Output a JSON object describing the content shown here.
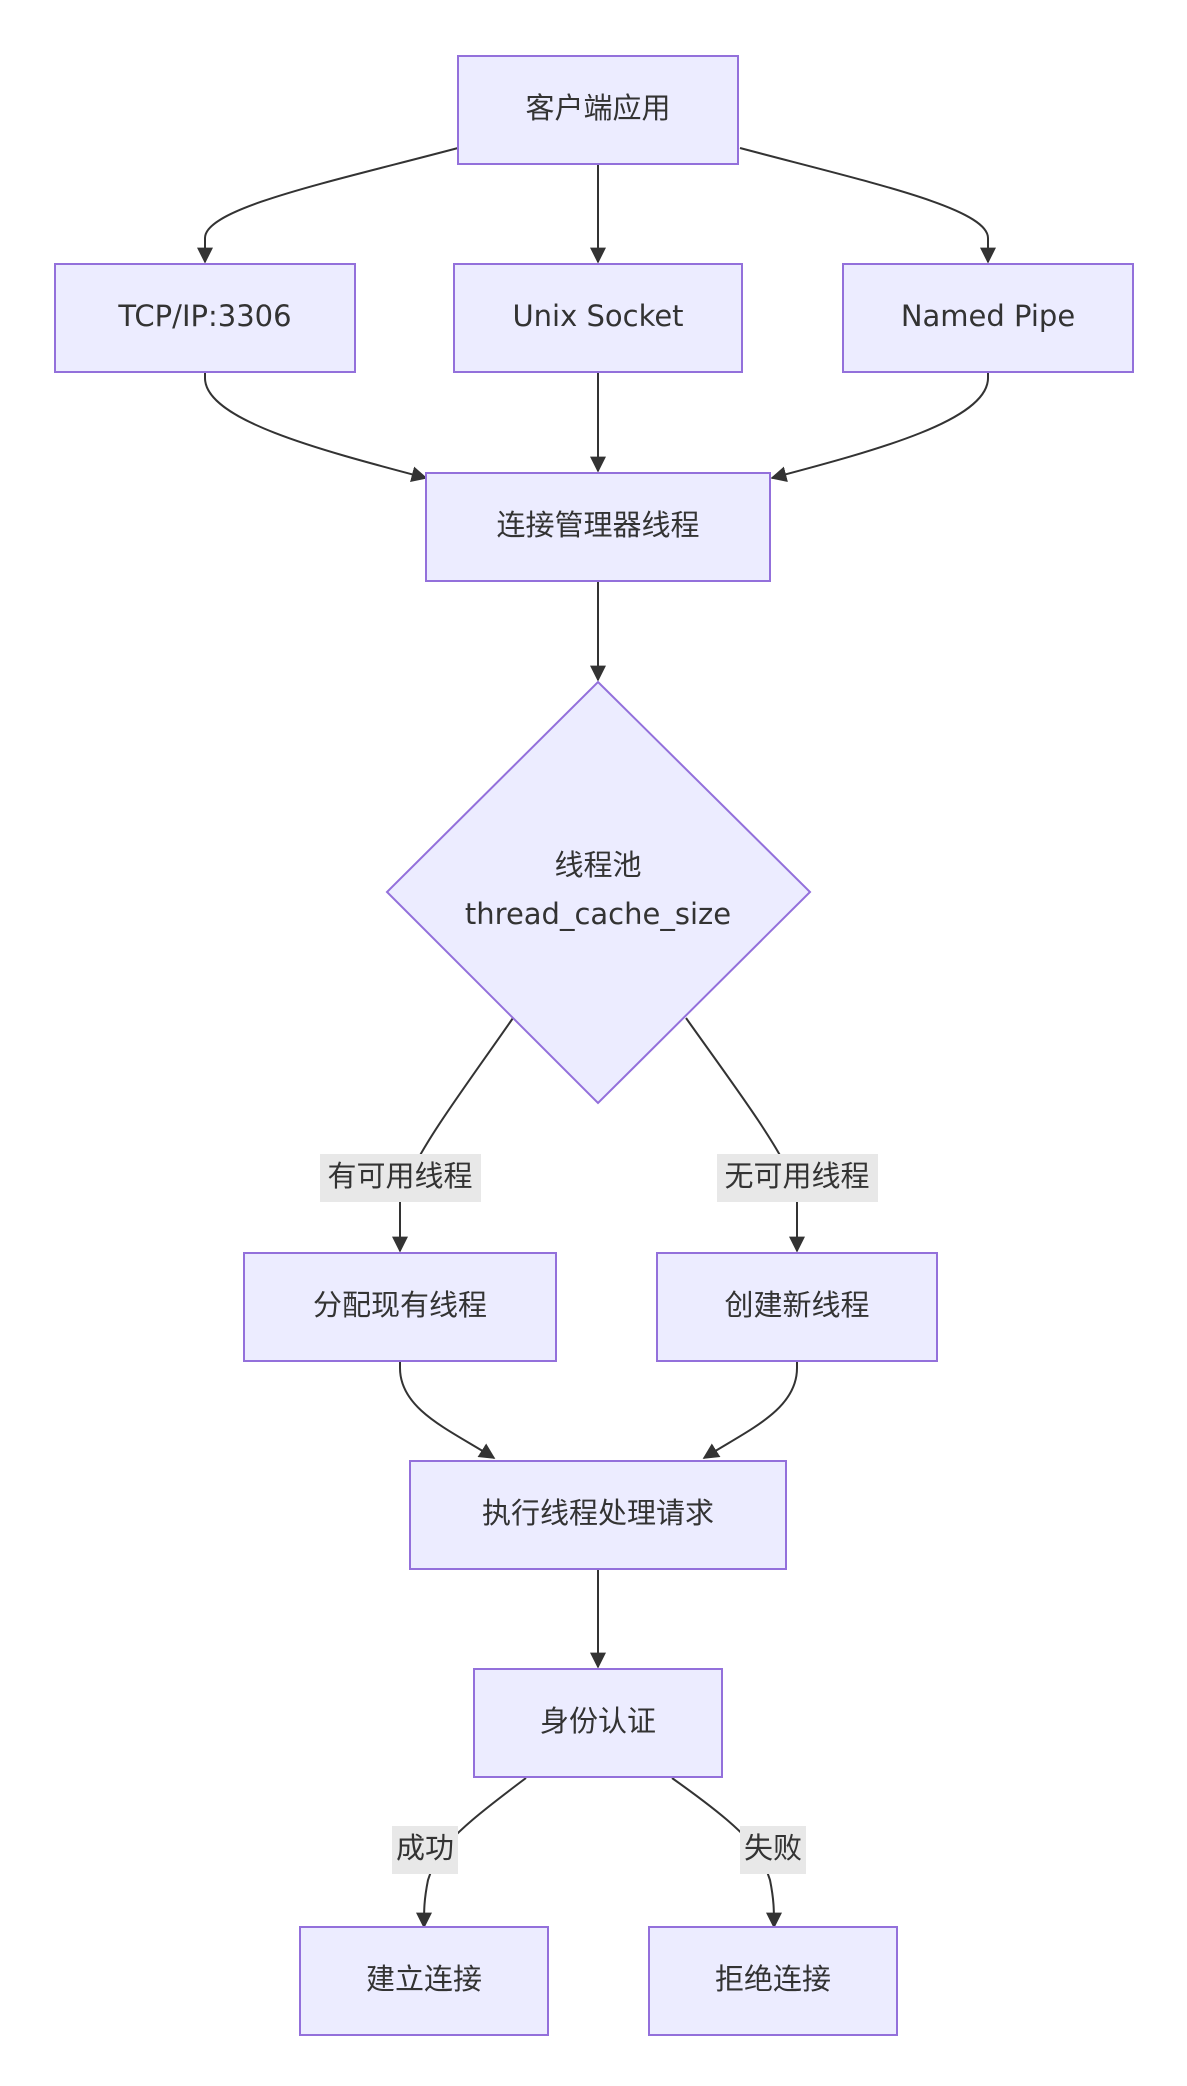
{
  "nodes": {
    "client_app": "客户端应用",
    "tcp_ip": "TCP/IP:3306",
    "unix_socket": "Unix Socket",
    "named_pipe": "Named Pipe",
    "conn_manager": "连接管理器线程",
    "thread_pool_line1": "线程池",
    "thread_pool_line2": "thread_cache_size",
    "assign_existing": "分配现有线程",
    "create_new": "创建新线程",
    "execute_request": "执行线程处理请求",
    "authentication": "身份认证",
    "establish_conn": "建立连接",
    "reject_conn": "拒绝连接"
  },
  "edge_labels": {
    "has_thread": "有可用线程",
    "no_thread": "无可用线程",
    "success": "成功",
    "failure": "失败"
  },
  "colors": {
    "node_fill": "#ECECFF",
    "node_stroke": "#9370DB",
    "edge": "#333333",
    "label_bg": "#E8E8E8"
  }
}
